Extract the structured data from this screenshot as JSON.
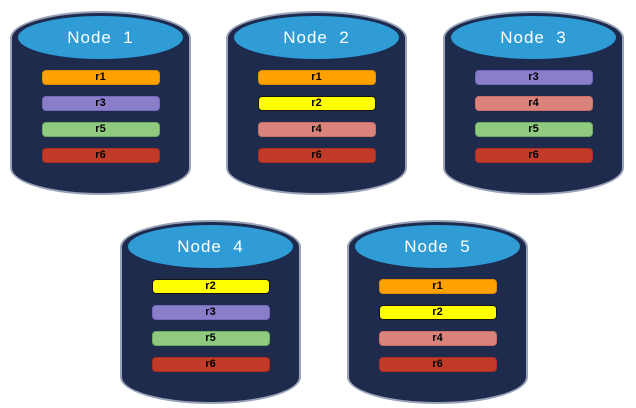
{
  "diagram": {
    "description": "Five database nodes storing replicated partitions",
    "colors": {
      "cylinder_body": "#1E2B4D",
      "cylinder_outline": "#9AA3B8",
      "cylinder_top_fill": "#2F9CD6",
      "cylinder_top_border": "#1B2C50",
      "node_title_text": "#FFFFFF",
      "bar_text": "#000000"
    },
    "replica_colors": {
      "r1": {
        "fill": "#FFA200",
        "border": "#E08C00"
      },
      "r2": {
        "fill": "#FFFF00",
        "border": "#141414"
      },
      "r3": {
        "fill": "#8B7EC8",
        "border": "#7668BE"
      },
      "r4": {
        "fill": "#D9837B",
        "border": "#C96F67"
      },
      "r5": {
        "fill": "#8FCA7F",
        "border": "#6FAA60"
      },
      "r6": {
        "fill": "#C23A28",
        "border": "#A72F1F"
      }
    },
    "nodes": [
      {
        "label": "Node  1",
        "replicas": [
          "r1",
          "r3",
          "r5",
          "r6"
        ]
      },
      {
        "label": "Node  2",
        "replicas": [
          "r1",
          "r2",
          "r4",
          "r6"
        ]
      },
      {
        "label": "Node  3",
        "replicas": [
          "r3",
          "r4",
          "r5",
          "r6"
        ]
      },
      {
        "label": "Node  4",
        "replicas": [
          "r2",
          "r3",
          "r5",
          "r6"
        ]
      },
      {
        "label": "Node  5",
        "replicas": [
          "r1",
          "r2",
          "r4",
          "r6"
        ]
      }
    ]
  }
}
